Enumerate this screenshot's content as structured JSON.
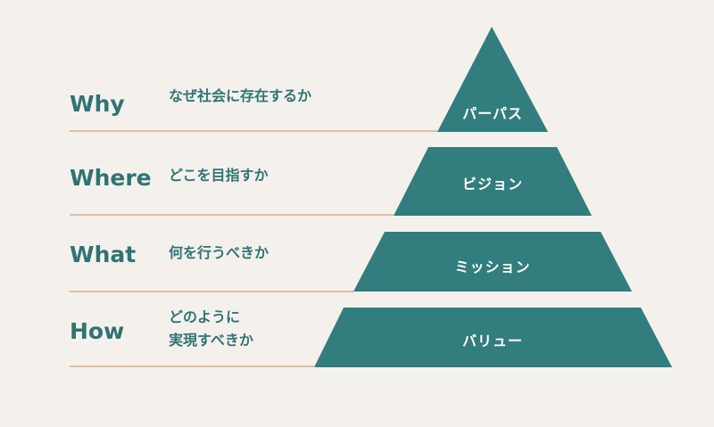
{
  "colors": {
    "background": "#f4f1ec",
    "pyramid_fill": "#327d7d",
    "text_accent": "#2f7474",
    "divider": "#dcbfa4",
    "tier_text": "#ffffff"
  },
  "rows": [
    {
      "question": "Why",
      "description": "なぜ社会に存在するか",
      "tier": "パーパス"
    },
    {
      "question": "Where",
      "description": "どこを目指すか",
      "tier": "ビジョン"
    },
    {
      "question": "What",
      "description": "何を行うべきか",
      "tier": "ミッション"
    },
    {
      "question": "How",
      "description_line1": "どのように",
      "description_line2": "実現すべきか",
      "tier": "バリュー"
    }
  ]
}
